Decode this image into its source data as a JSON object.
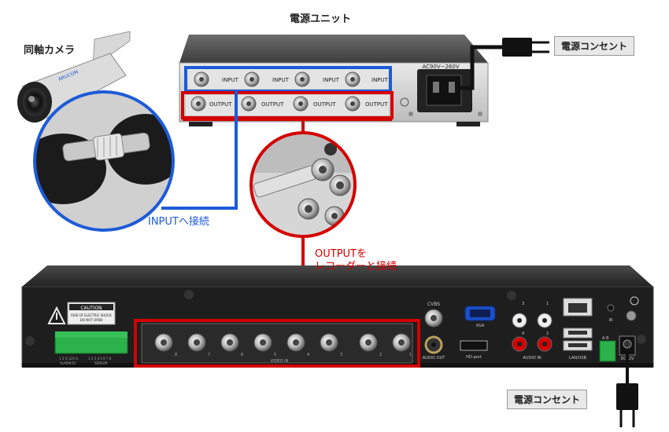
{
  "labels": {
    "power_unit": "電源ユニット",
    "camera": "同軸カメラ",
    "outlet_top": "電源コンセント",
    "outlet_bottom": "電源コンセント",
    "input_connect": "INPUTへ接続",
    "output_line1": "OUTPUTを",
    "output_line2": "レコーダーと接続"
  },
  "power_unit_ports": {
    "input_label": "INPUT",
    "output_label": "OUTPUT",
    "ac_label": "AC90V~260V"
  },
  "camera_brand": "ARUCOM",
  "recorder": {
    "caution_title": "CAUTION",
    "caution_line1": "RISK OF ELECTRIC SHOCK",
    "caution_line2": "DO NOT OPEN",
    "video_in": "VIDEO IN",
    "video_numbers": [
      "8",
      "7",
      "6",
      "5",
      "4",
      "3",
      "2",
      "1"
    ],
    "cvbs": "CVBS",
    "vga": "VGA",
    "audio_out": "AUDIO OUT",
    "hd_port": "HD-port",
    "audio_in": "AUDIO IN",
    "audio_numbers": [
      "3",
      "1",
      "4",
      "2"
    ],
    "lan_usb": "LAN/USB",
    "ir": "IR",
    "dc12v": "DC12V",
    "ab": "A B",
    "alarm_pins": "1 2 G 12V G",
    "sensor_pins": "1 2 3 4 5 6 7 8",
    "alarm_label": "ALARM DC",
    "sensor_label": "SENSOR"
  },
  "colors": {
    "blue": "#1d5bd8",
    "red": "#d40000"
  }
}
